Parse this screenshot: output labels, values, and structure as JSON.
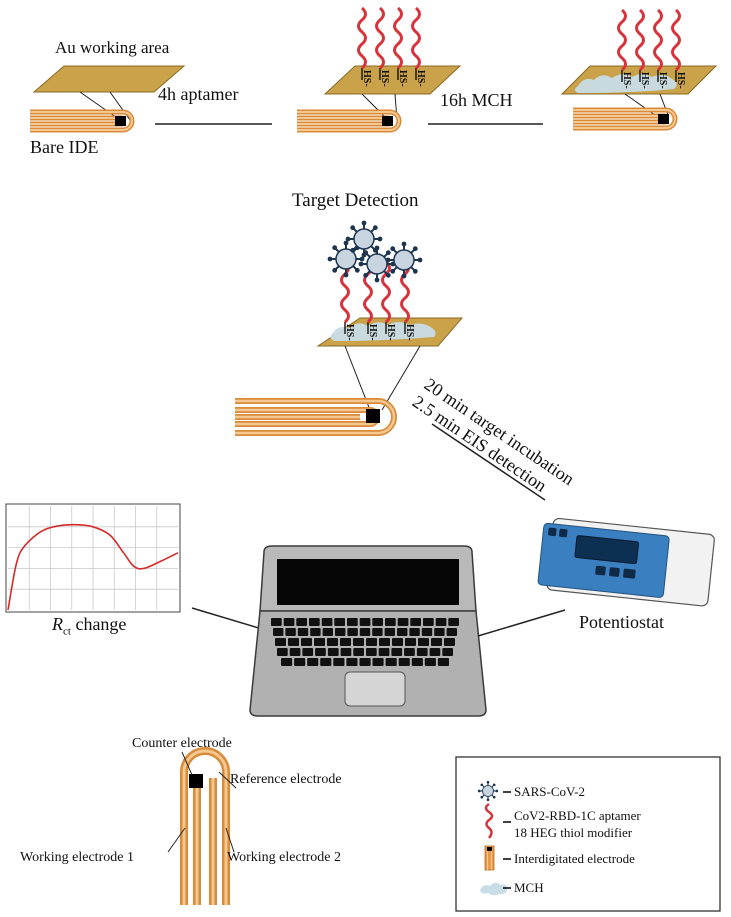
{
  "labels": {
    "au_working_area": "Au working area",
    "bare_ide": "Bare IDE",
    "step_aptamer": "4h aptamer",
    "step_mch": "16h MCH",
    "target_detection": "Target Detection",
    "incubation_line1": "20 min target incubation",
    "incubation_line2": "2.5 min EIS detection",
    "rct_symbol": "R",
    "rct_subscript": "ct",
    "rct_suffix": " change",
    "potentiostat": "Potentiostat",
    "thiol": "HS-"
  },
  "electrode_diagram": {
    "counter": "Counter electrode",
    "reference": "Reference electrode",
    "working1": "Working electrode 1",
    "working2": "Working electrode 2"
  },
  "legend": {
    "items": [
      {
        "icon": "virus-icon",
        "label": "SARS-CoV-2"
      },
      {
        "icon": "aptamer-icon",
        "label": "CoV2-RBD-1C aptamer",
        "label2": "18 HEG thiol modifier"
      },
      {
        "icon": "electrode-icon",
        "label": "Interdigitated electrode"
      },
      {
        "icon": "mch-icon",
        "label": "MCH"
      }
    ]
  },
  "colors": {
    "gold": "#c9a24a",
    "electrode": "#e89a4a",
    "aptamer": "#d8333b",
    "virus": "#1e3550",
    "mch": "#c9dde6",
    "device_blue": "#3a7fc0",
    "curve": "#d62a2a"
  },
  "chart_data": {
    "type": "line",
    "title": "",
    "xlabel": "",
    "ylabel": "",
    "grid": true,
    "x": [
      0,
      0.05,
      0.1,
      0.2,
      0.3,
      0.4,
      0.5,
      0.6,
      0.68,
      0.74,
      0.8,
      0.9,
      1.0
    ],
    "y": [
      0,
      0.45,
      0.62,
      0.76,
      0.81,
      0.82,
      0.8,
      0.72,
      0.55,
      0.42,
      0.4,
      0.47,
      0.55
    ],
    "xlim": [
      0,
      1
    ],
    "ylim": [
      0,
      1
    ]
  }
}
